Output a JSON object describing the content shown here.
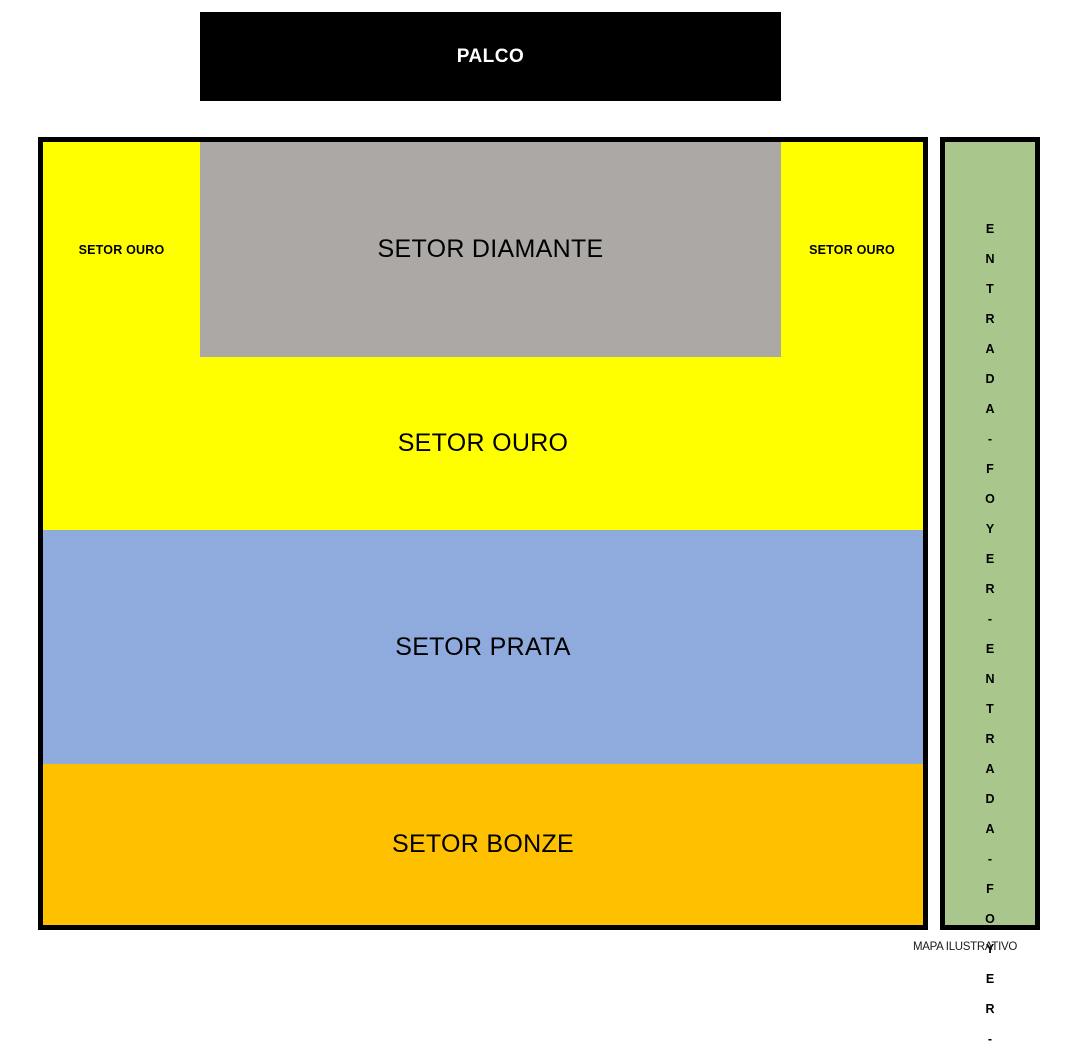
{
  "map": {
    "stage": {
      "label": "PALCO",
      "color": "#000000",
      "text_color": "#ffffff"
    },
    "sectors": [
      {
        "id": "ouro-left",
        "label": "SETOR OURO",
        "color": "#ffff00"
      },
      {
        "id": "diamante",
        "label": "SETOR DIAMANTE",
        "color": "#aba8a6"
      },
      {
        "id": "ouro-right",
        "label": "SETOR OURO",
        "color": "#ffff00"
      },
      {
        "id": "ouro-main",
        "label": "SETOR OURO",
        "color": "#ffff00"
      },
      {
        "id": "prata",
        "label": "SETOR PRATA",
        "color": "#8faadc"
      },
      {
        "id": "bonze",
        "label": "SETOR BONZE",
        "color": "#ffc000"
      }
    ],
    "entrance": {
      "color": "#a9c68c",
      "text": "ENTRADA - FOYER - ENTRADA - FOYER -",
      "letters": [
        "E",
        "N",
        "T",
        "R",
        "A",
        "D",
        "A",
        "-",
        "F",
        "O",
        "Y",
        "E",
        "R",
        "-",
        "E",
        "N",
        "T",
        "R",
        "A",
        "D",
        "A",
        "-",
        "F",
        "O",
        "Y",
        "E",
        "R",
        "-"
      ]
    },
    "footer": {
      "note": "MAPA ILUSTRATIVO"
    }
  }
}
